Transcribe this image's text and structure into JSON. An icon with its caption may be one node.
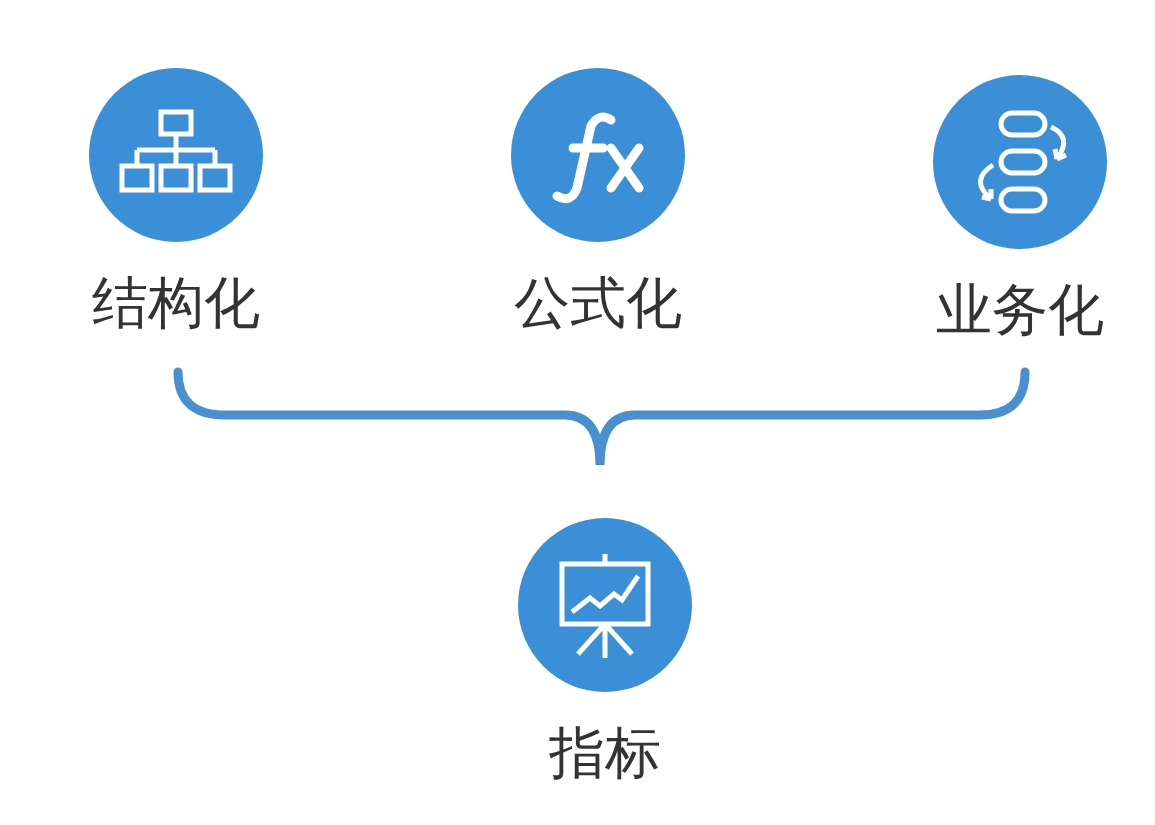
{
  "diagram": {
    "nodes": [
      {
        "text": [
          "结构化"
        ]
      },
      {
        "text": [
          "公式化"
        ]
      },
      {
        "text": [
          "业务化"
        ]
      },
      {
        "text": [
          "指标"
        ]
      }
    ]
  }
}
